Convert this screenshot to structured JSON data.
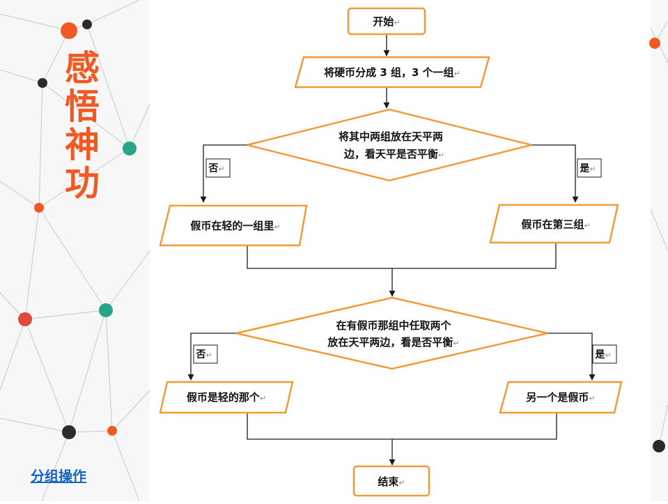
{
  "sidebar": {
    "title_chars": [
      "感",
      "悟",
      "神",
      "功"
    ],
    "tag_label": "分组操作"
  },
  "colors": {
    "accent_orange": "#f05a22",
    "node_border": "#f39a37",
    "dot_teal": "#2aa489",
    "dot_red": "#e0483c",
    "dot_dark": "#2b2b2b",
    "tag_blue": "#1565c0"
  },
  "flowchart": {
    "start": "开始",
    "step1": "将硬币分成 3 组，3 个一组",
    "decision1": {
      "line1": "将其中两组放在天平两",
      "line2": "边，看天平是否平衡"
    },
    "d1_no": "否",
    "d1_yes": "是",
    "result1_no": "假币在轻的一组里",
    "result1_yes": "假币在第三组",
    "decision2": {
      "line1": "在有假币那组中任取两个",
      "line2": "放在天平两边，看是否平衡"
    },
    "d2_no": "否",
    "d2_yes": "是",
    "result2_no": "假币是轻的那个",
    "result2_yes": "另一个是假币",
    "end": "结束",
    "return_mark": "↵"
  }
}
